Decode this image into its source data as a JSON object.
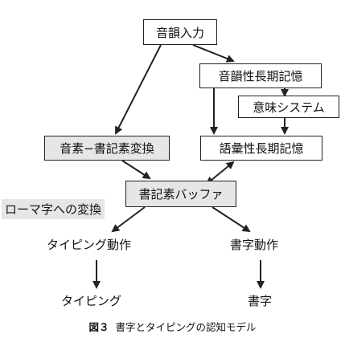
{
  "nodes": {
    "phonological_input": "音韻入力",
    "phonological_ltm": "音韻性長期記憶",
    "semantic_system": "意味システム",
    "phoneme_grapheme": "音素−書記素変換",
    "lexical_ltm": "語彙性長期記憶",
    "grapheme_buffer": "書記素バッファ",
    "romaji_conversion": "ローマ字への変換",
    "typing_motor": "タイピング動作",
    "writing_motor": "書字動作",
    "typing": "タイピング",
    "writing": "書字"
  },
  "caption": {
    "number": "図３",
    "text": "書字とタイピングの認知モデル"
  },
  "colors": {
    "stroke": "#222222",
    "shaded_fill": "#e6e6e6"
  }
}
